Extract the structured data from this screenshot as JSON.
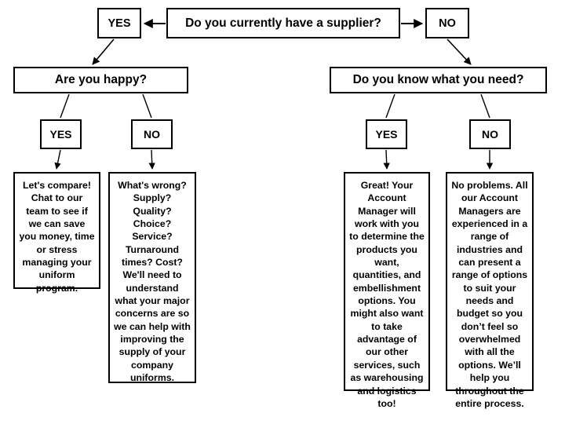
{
  "diagram": {
    "title_node": "Do you currently have a supplier?",
    "nodes": {
      "root": "Do you currently have a supplier?",
      "root_yes": "YES",
      "root_no": "NO",
      "happy": "Are you happy?",
      "need": "Do you know what you need?",
      "happy_yes": "YES",
      "happy_no": "NO",
      "need_yes": "YES",
      "need_no": "NO",
      "outcome_compare": "Let's compare! Chat to our team to see if we can save you money, time or stress managing your uniform program.",
      "outcome_wrong": "What's wrong? Supply? Quality? Choice? Service? Turnaround times? Cost? We'll need to understand what your major concerns are so we can help with improving the supply of your company uniforms.",
      "outcome_great": "Great! Your Account Manager will work with you to determine the products you want, quantities, and embellishment options. You might also want to take advantage of our other services, such as warehousing and logistics too!",
      "outcome_noproblem": "No problems. All our Account Managers are experienced in a range of industries and can present a range of options to suit your needs and budget so you don’t feel so overwhelmed with all the options. We’ll help you throughout the entire process."
    },
    "colors": {
      "stroke": "#000000",
      "fill": "#ffffff",
      "text": "#000000"
    }
  }
}
